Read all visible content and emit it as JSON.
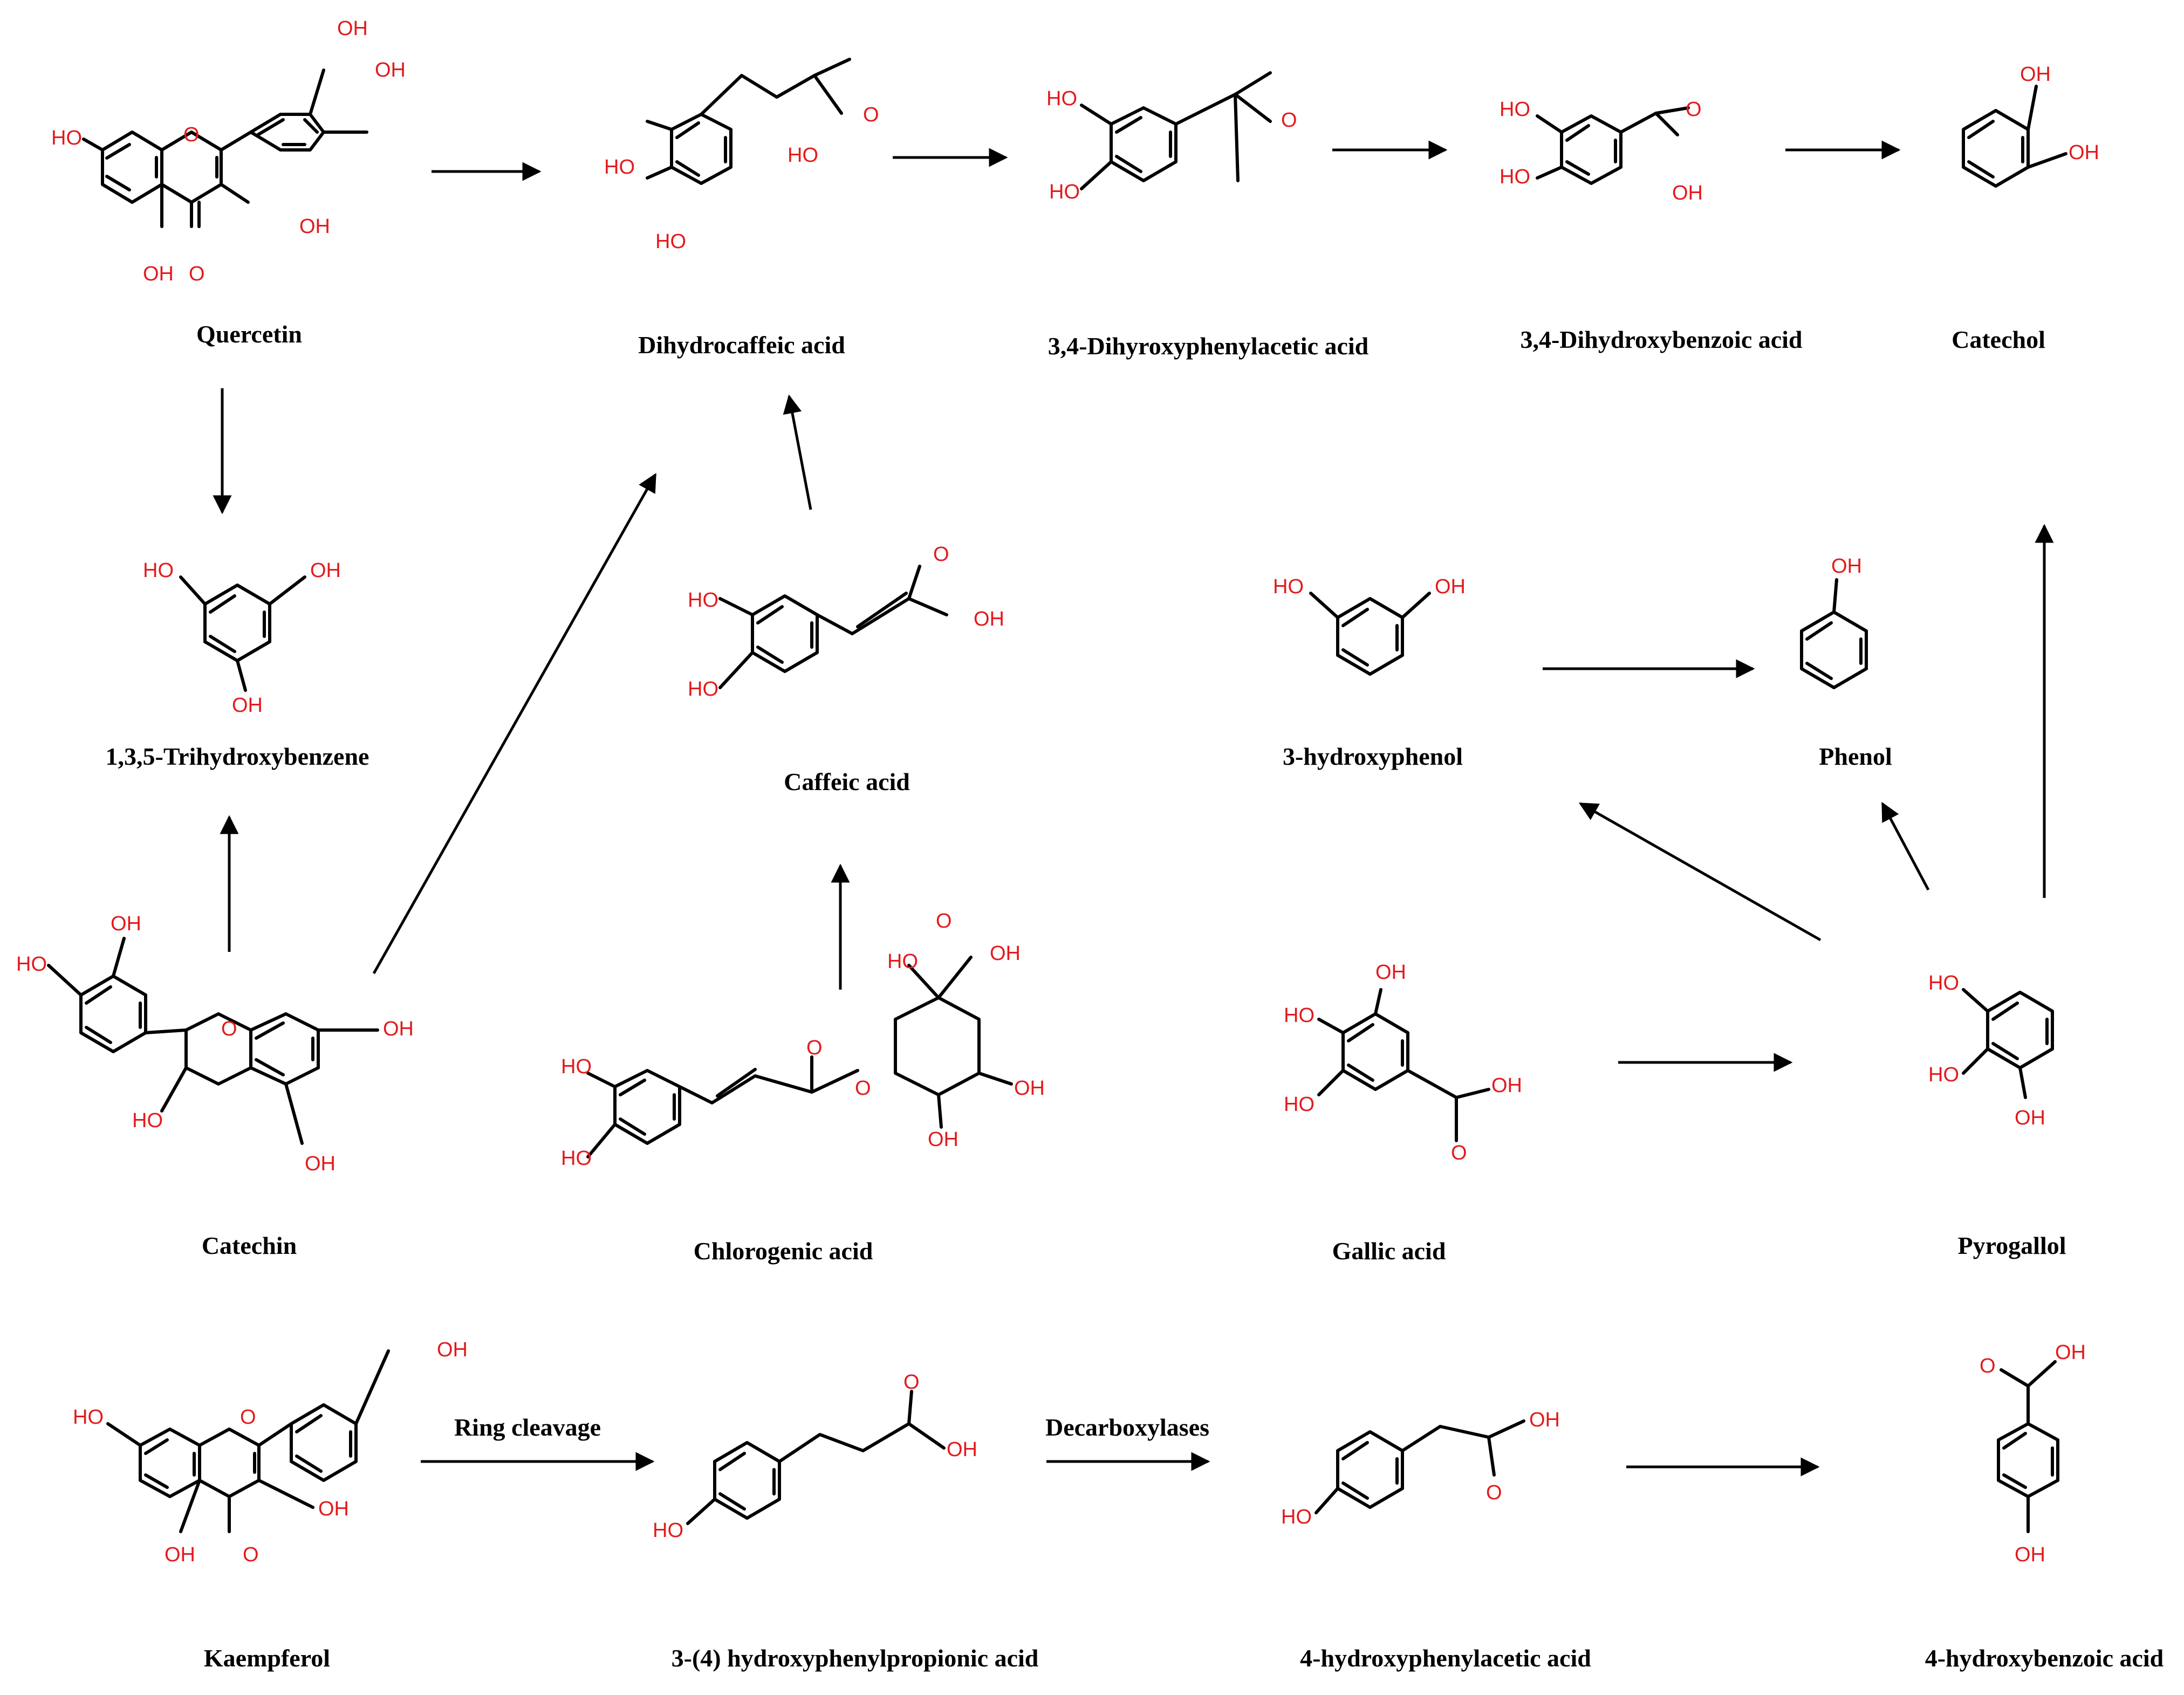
{
  "compounds": {
    "quercetin": "Quercetin",
    "dihydrocaffeic": "Dihydrocaffeic acid",
    "dhpa": "3,4-Dihyroxyphenylacetic acid",
    "dhba": "3,4-Dihydroxybenzoic acid",
    "catechol": "Catechol",
    "thb": "1,3,5-Trihydroxybenzene",
    "caffeic": "Caffeic acid",
    "hydroxyphenol": "3-hydroxyphenol",
    "phenol": "Phenol",
    "catechin": "Catechin",
    "chlorogenic": "Chlorogenic acid",
    "gallic": "Gallic acid",
    "pyrogallol": "Pyrogallol",
    "kaempferol": "Kaempferol",
    "hppa": "3-(4) hydroxyphenylpropionic acid",
    "hpaa": "4-hydroxyphenylacetic acid",
    "hba": "4-hydroxybenzoic acid"
  },
  "arrow_labels": {
    "ring_cleavage": "Ring cleavage",
    "decarboxylases": "Decarboxylases"
  },
  "atoms": {
    "oh": "OH",
    "ho": "HO",
    "o": "O"
  }
}
